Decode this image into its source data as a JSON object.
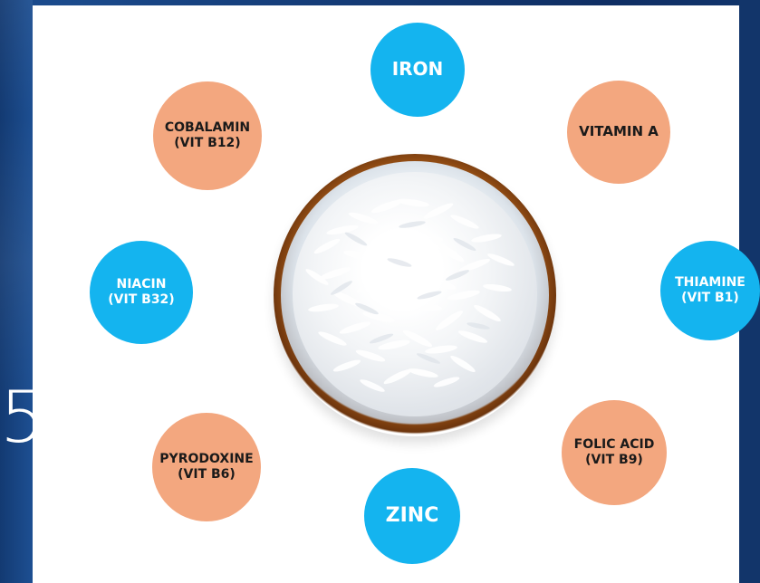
{
  "nutrients": {
    "iron": "IRON",
    "vitamin_a": "VITAMIN A",
    "thiamine": "THIAMINE\n(VIT B1)",
    "folic_acid": "FOLIC ACID\n(VIT B9)",
    "zinc": "ZINC",
    "pyrodoxine": "PYRODOXINE\n(VIT B6)",
    "niacin": "NIACIN\n(VIT B32)",
    "cobalamin": "COBALAMIN\n(VIT B12)"
  },
  "left_edge": {
    "glyph": "5"
  },
  "center": {
    "icon": "rice-bowl-icon"
  },
  "colors": {
    "blue": "#14b4ef",
    "peach": "#f3a77f"
  }
}
